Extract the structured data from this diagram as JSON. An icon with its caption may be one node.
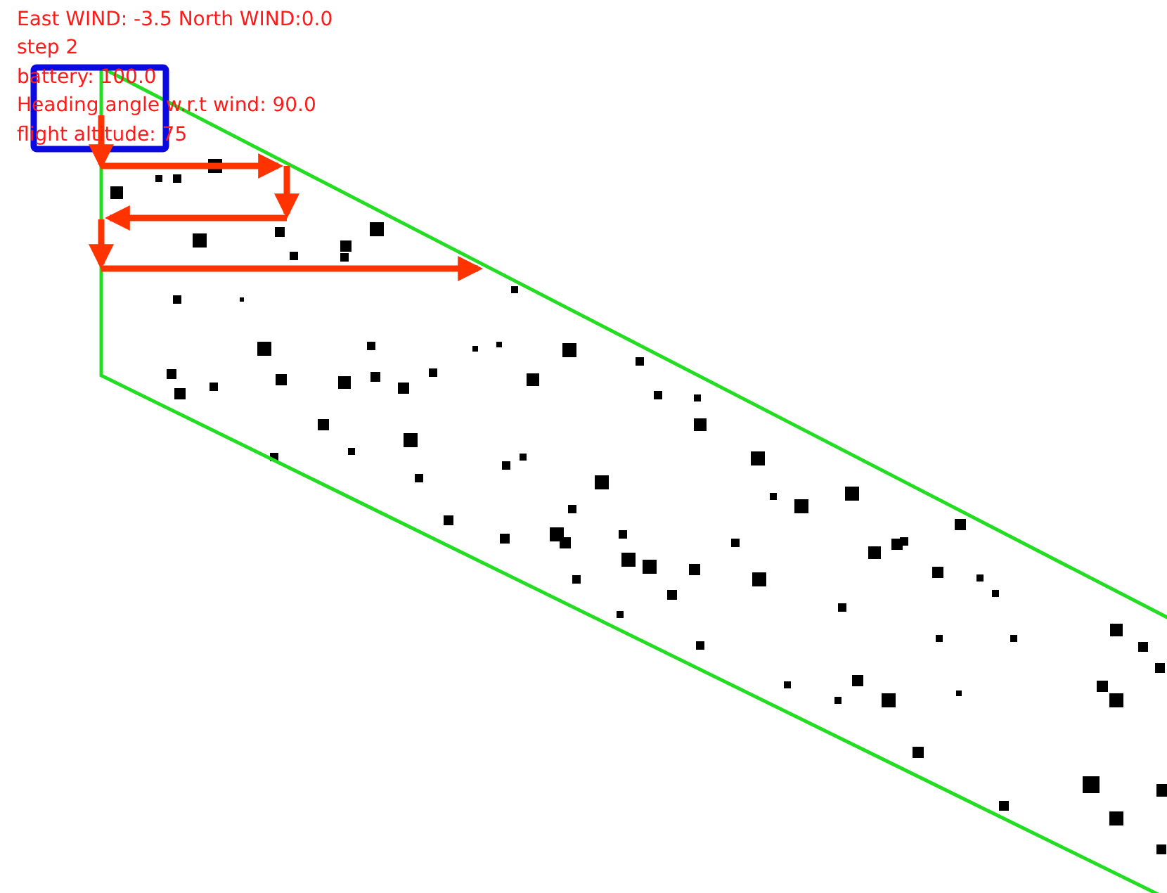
{
  "diagram": {
    "labels": [
      "East WIND: -3.5 North WIND:0.0",
      "step 2",
      "battery: 100.0",
      "Heading angle w.r.t wind: 90.0",
      "flight altitude: 75"
    ]
  }
}
